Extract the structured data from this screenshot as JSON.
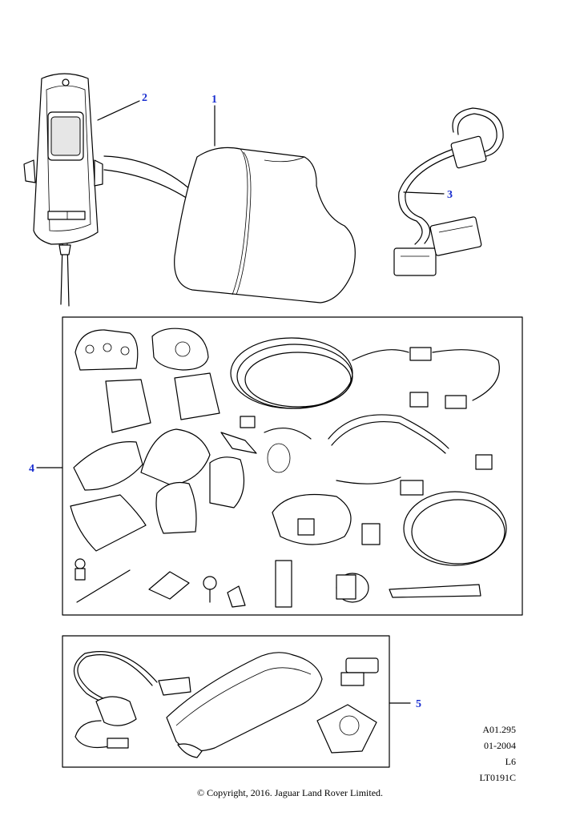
{
  "callouts": {
    "c1": "1",
    "c2": "2",
    "c3": "3",
    "c4": "4",
    "c5": "5"
  },
  "reference": {
    "line1": "A01.295",
    "line2": "01-2004",
    "line3": "L6",
    "line4": "LT0191C"
  },
  "copyright": "© Copyright, 2016. Jaguar Land Rover Limited.",
  "colors": {
    "callout": "#1a2fd0",
    "line": "#000000"
  }
}
